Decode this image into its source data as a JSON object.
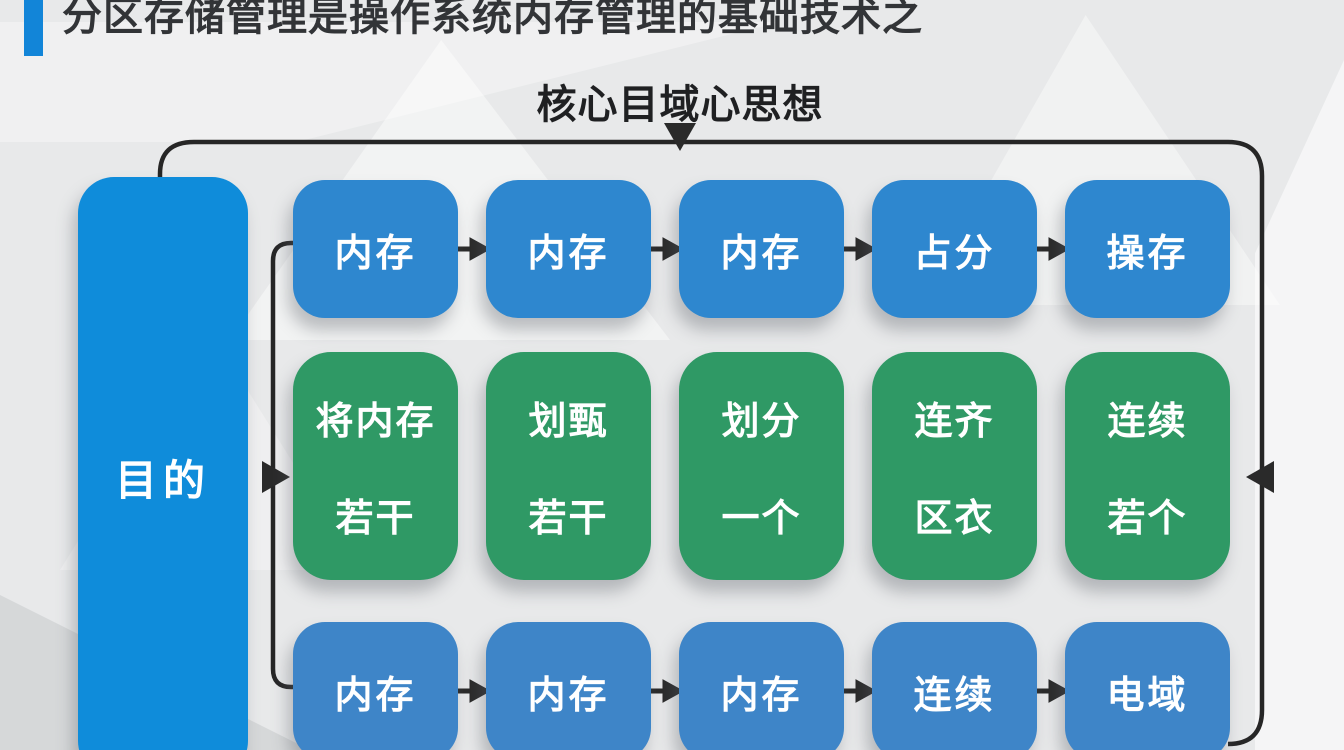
{
  "page": {
    "title": "分区存储管理是操作系统内存管理的基础技术之",
    "callout_label": "核心目域心思想"
  },
  "diagram": {
    "purpose_label": "目的",
    "top_row": [
      "内存",
      "内存",
      "内存",
      "占分",
      "操存"
    ],
    "middle_row": [
      {
        "line1": "将内存",
        "line2": "若干"
      },
      {
        "line1": "划甄",
        "line2": "若干"
      },
      {
        "line1": "划分",
        "line2": "一个"
      },
      {
        "line1": "连齐",
        "line2": "区衣"
      },
      {
        "line1": "连续",
        "line2": "若个"
      }
    ],
    "bottom_row": [
      "内存",
      "内存",
      "内存",
      "连续",
      "电域"
    ]
  },
  "colors": {
    "background": "#e8e9ea",
    "accent_bar": "#1285d8",
    "purpose_box_blue": "#0f8cda",
    "top_row_blue": "#2e87cf",
    "middle_row_green": "#2f9965",
    "bottom_row_blue": "#3e85c8",
    "connector_black": "#262626",
    "title_text": "#323437",
    "box_text": "#ffffff"
  }
}
